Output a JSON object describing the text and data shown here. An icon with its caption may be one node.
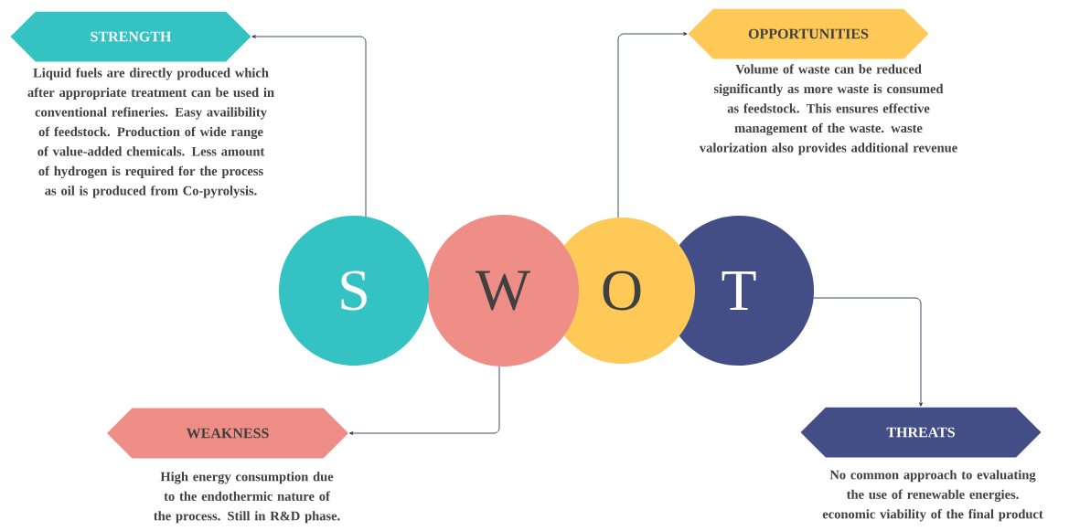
{
  "diagram": {
    "nodes": [
      {
        "text": [
          "S"
        ]
      },
      {
        "text": [
          "W"
        ]
      },
      {
        "text": [
          "O"
        ]
      },
      {
        "text": [
          "T"
        ]
      },
      {
        "text": [
          "STRENGTH"
        ],
        "beside": [
          "Liquid fuels are directly produced which after appropriate treatment can be used in conventional refineries. Easy availibility of feedstock. Production of wide range of value-added chemicals. Less amount of hydrogen is required for the process as oil is produced from Co-pyrolysis."
        ]
      },
      {
        "text": [
          "WEAKNESS"
        ],
        "beside": [
          "High energy consumption due to the endothermic nature of the process. Still in R&D phase."
        ]
      },
      {
        "text": [
          "OPPORTUNITIES"
        ],
        "beside": [
          "Volume of waste can be reduced significantly as more waste is consumed as feedstock. This ensures effective management of the waste. waste valorization also provides additional revenue"
        ]
      },
      {
        "text": [
          "THREATS"
        ],
        "beside": [
          "No common approach to evaluating the use of renewable energies. economic viability of the final product"
        ]
      }
    ],
    "edges": [
      {
        "from": 0,
        "to": 4,
        "arrow": "to"
      },
      {
        "from": 1,
        "to": 5,
        "arrow": "to"
      },
      {
        "from": 2,
        "to": 6,
        "arrow": "to"
      },
      {
        "from": 3,
        "to": 7,
        "arrow": "to"
      }
    ]
  }
}
